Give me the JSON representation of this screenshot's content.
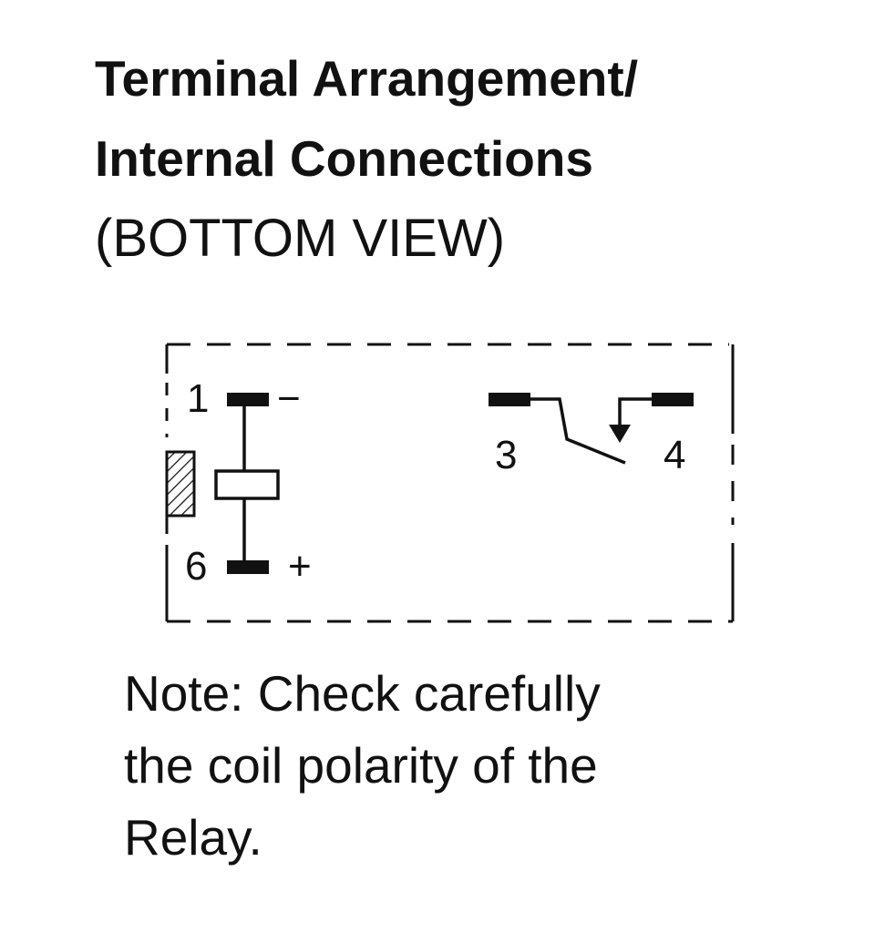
{
  "heading": {
    "line1": "Terminal Arrangement/",
    "line2": "Internal Connections",
    "line3": "(BOTTOM VIEW)"
  },
  "diagram": {
    "terminals": [
      {
        "id": "t1",
        "number": "1",
        "polarity": "−"
      },
      {
        "id": "t6",
        "number": "6",
        "polarity": "+"
      },
      {
        "id": "t3",
        "number": "3"
      },
      {
        "id": "t4",
        "number": "4"
      }
    ],
    "colors": {
      "line": "#111111",
      "background": "#ffffff"
    }
  },
  "note": {
    "line1": "Note: Check carefully",
    "line2": "the coil polarity of the",
    "line3": "Relay."
  }
}
